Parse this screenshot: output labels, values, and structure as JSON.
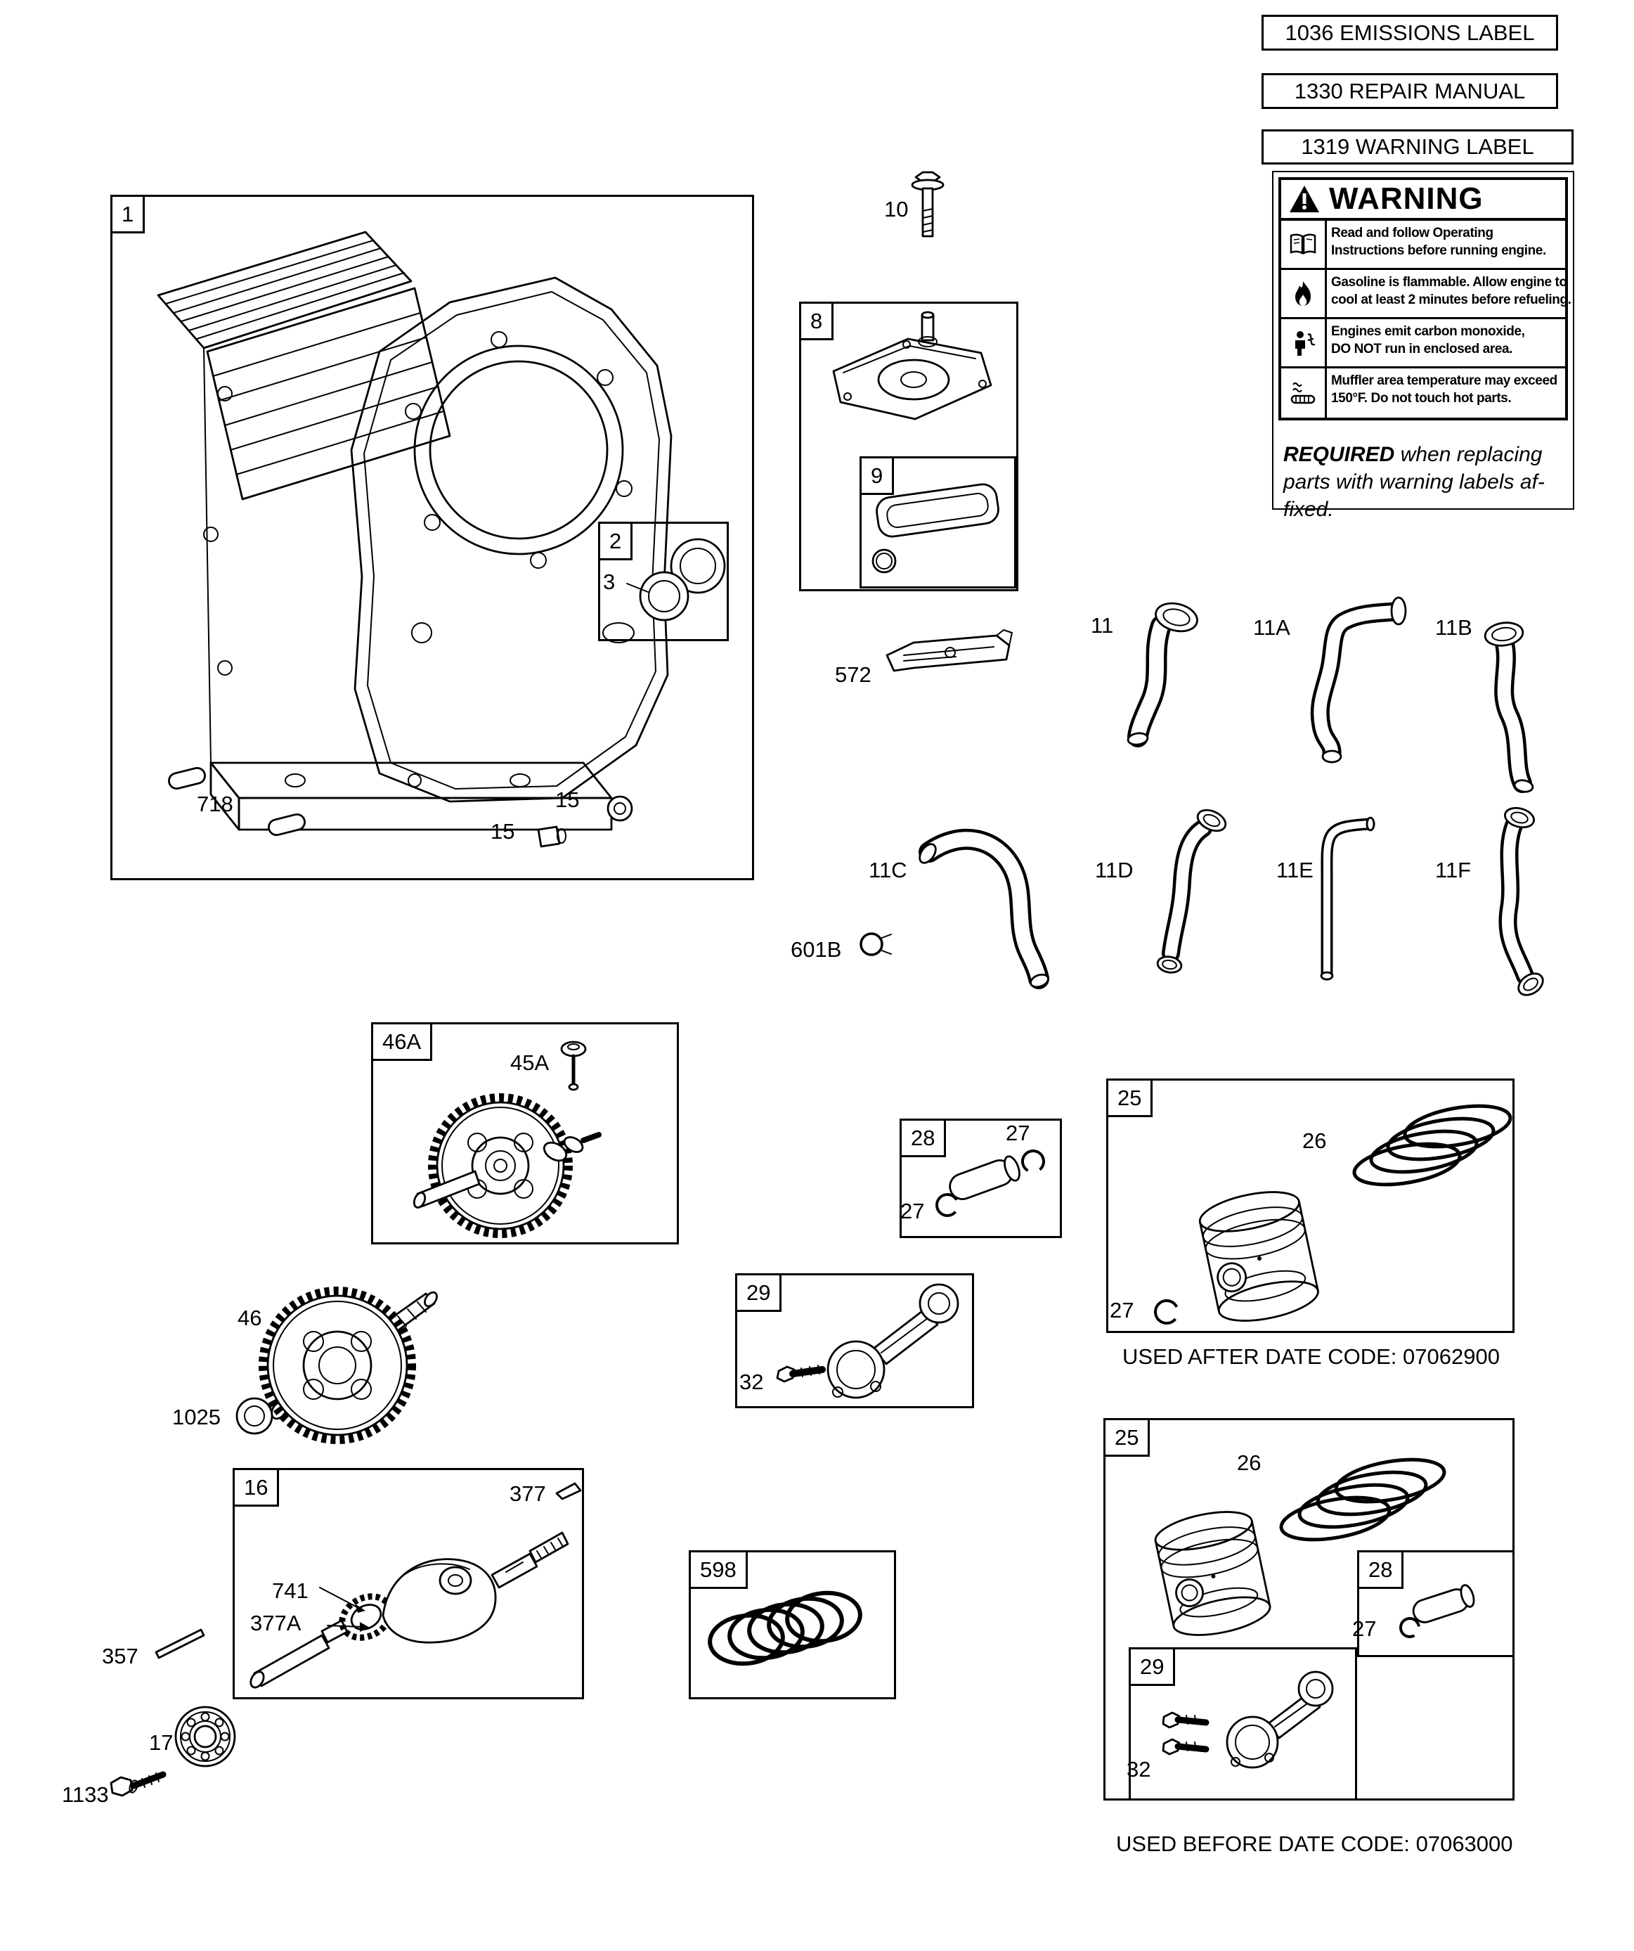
{
  "header_labels": {
    "emissions": "1036 EMISSIONS LABEL",
    "repair": "1330 REPAIR MANUAL",
    "warning": "1319 WARNING LABEL"
  },
  "warning_label": {
    "title": "WARNING",
    "rows": [
      {
        "icon": "book-icon",
        "line1": "Read and follow Operating",
        "line2": "Instructions before running engine."
      },
      {
        "icon": "flame-icon",
        "line1": "Gasoline is flammable. Allow engine to",
        "line2": "cool at least 2 minutes before refueling."
      },
      {
        "icon": "carbon-monoxide-icon",
        "line1": "Engines emit carbon monoxide,",
        "line2": "DO NOT run in enclosed area."
      },
      {
        "icon": "hot-muffler-icon",
        "line1": "Muffler area temperature may exceed",
        "line2": "150°F.  Do not touch hot parts."
      }
    ],
    "required": {
      "bold": "REQUIRED",
      "line1_rest": " when replacing",
      "line2": "parts with warning labels af-",
      "line3": "fixed."
    }
  },
  "callout_numbers": {
    "n1": "1",
    "n2": "2",
    "n3": "3",
    "n8": "8",
    "n9": "9",
    "n10": "10",
    "n11": "11",
    "n11A": "11A",
    "n11B": "11B",
    "n11C": "11C",
    "n11D": "11D",
    "n11E": "11E",
    "n11F": "11F",
    "n15": "15",
    "n16": "16",
    "n17": "17",
    "n25": "25",
    "n26": "26",
    "n27": "27",
    "n28": "28",
    "n29": "29",
    "n32": "32",
    "n45A": "45A",
    "n46": "46",
    "n46A": "46A",
    "n357": "357",
    "n377": "377",
    "n377A": "377A",
    "n572": "572",
    "n598": "598",
    "n601B": "601B",
    "n718": "718",
    "n741": "741",
    "n1025": "1025",
    "n1133": "1133"
  },
  "notes": {
    "after": "USED AFTER DATE CODE:  07062900",
    "before": "USED BEFORE DATE CODE:  07063000"
  }
}
